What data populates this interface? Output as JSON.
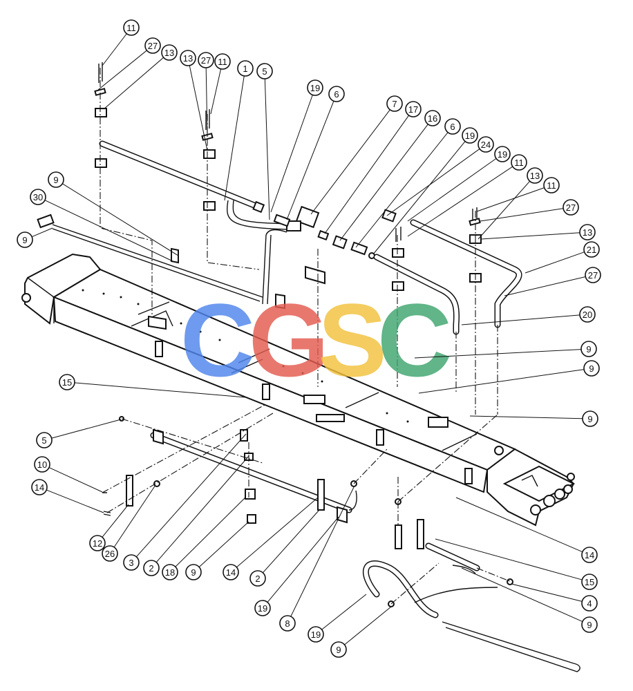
{
  "watermark": {
    "letters": [
      {
        "char": "C",
        "color": "#4F86EC"
      },
      {
        "char": "G",
        "color": "#E35B4F"
      },
      {
        "char": "S",
        "color": "#F2C13D"
      },
      {
        "char": "C",
        "color": "#3FA66F"
      }
    ]
  },
  "callouts": [
    {
      "label": "11"
    },
    {
      "label": "27"
    },
    {
      "label": "13"
    },
    {
      "label": "13"
    },
    {
      "label": "27"
    },
    {
      "label": "11"
    },
    {
      "label": "1"
    },
    {
      "label": "5"
    },
    {
      "label": "19"
    },
    {
      "label": "6"
    },
    {
      "label": "7"
    },
    {
      "label": "17"
    },
    {
      "label": "16"
    },
    {
      "label": "6"
    },
    {
      "label": "19"
    },
    {
      "label": "24"
    },
    {
      "label": "19"
    },
    {
      "label": "11"
    },
    {
      "label": "13"
    },
    {
      "label": "11"
    },
    {
      "label": "27"
    },
    {
      "label": "13"
    },
    {
      "label": "21"
    },
    {
      "label": "27"
    },
    {
      "label": "20"
    },
    {
      "label": "9"
    },
    {
      "label": "9"
    },
    {
      "label": "9"
    },
    {
      "label": "9"
    },
    {
      "label": "30"
    },
    {
      "label": "9"
    },
    {
      "label": "15"
    },
    {
      "label": "5"
    },
    {
      "label": "10"
    },
    {
      "label": "14"
    },
    {
      "label": "12"
    },
    {
      "label": "26"
    },
    {
      "label": "3"
    },
    {
      "label": "2"
    },
    {
      "label": "18"
    },
    {
      "label": "9"
    },
    {
      "label": "14"
    },
    {
      "label": "2"
    },
    {
      "label": "19"
    },
    {
      "label": "8"
    },
    {
      "label": "19"
    },
    {
      "label": "9"
    },
    {
      "label": "14"
    },
    {
      "label": "15"
    },
    {
      "label": "4"
    },
    {
      "label": "9"
    }
  ]
}
